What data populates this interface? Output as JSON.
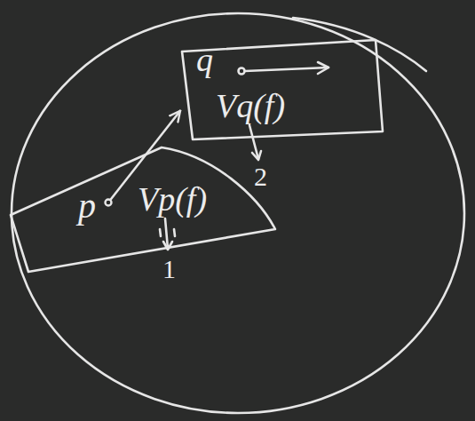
{
  "diagram": {
    "nodes": [
      {
        "text": [
          "p",
          "Vp(f)"
        ]
      },
      {
        "text": [
          "q",
          "Vq(f)"
        ]
      }
    ],
    "edges": [
      {
        "from": 0,
        "to": 1,
        "arrow": "to"
      }
    ],
    "labels": [
      "1",
      "2"
    ]
  }
}
